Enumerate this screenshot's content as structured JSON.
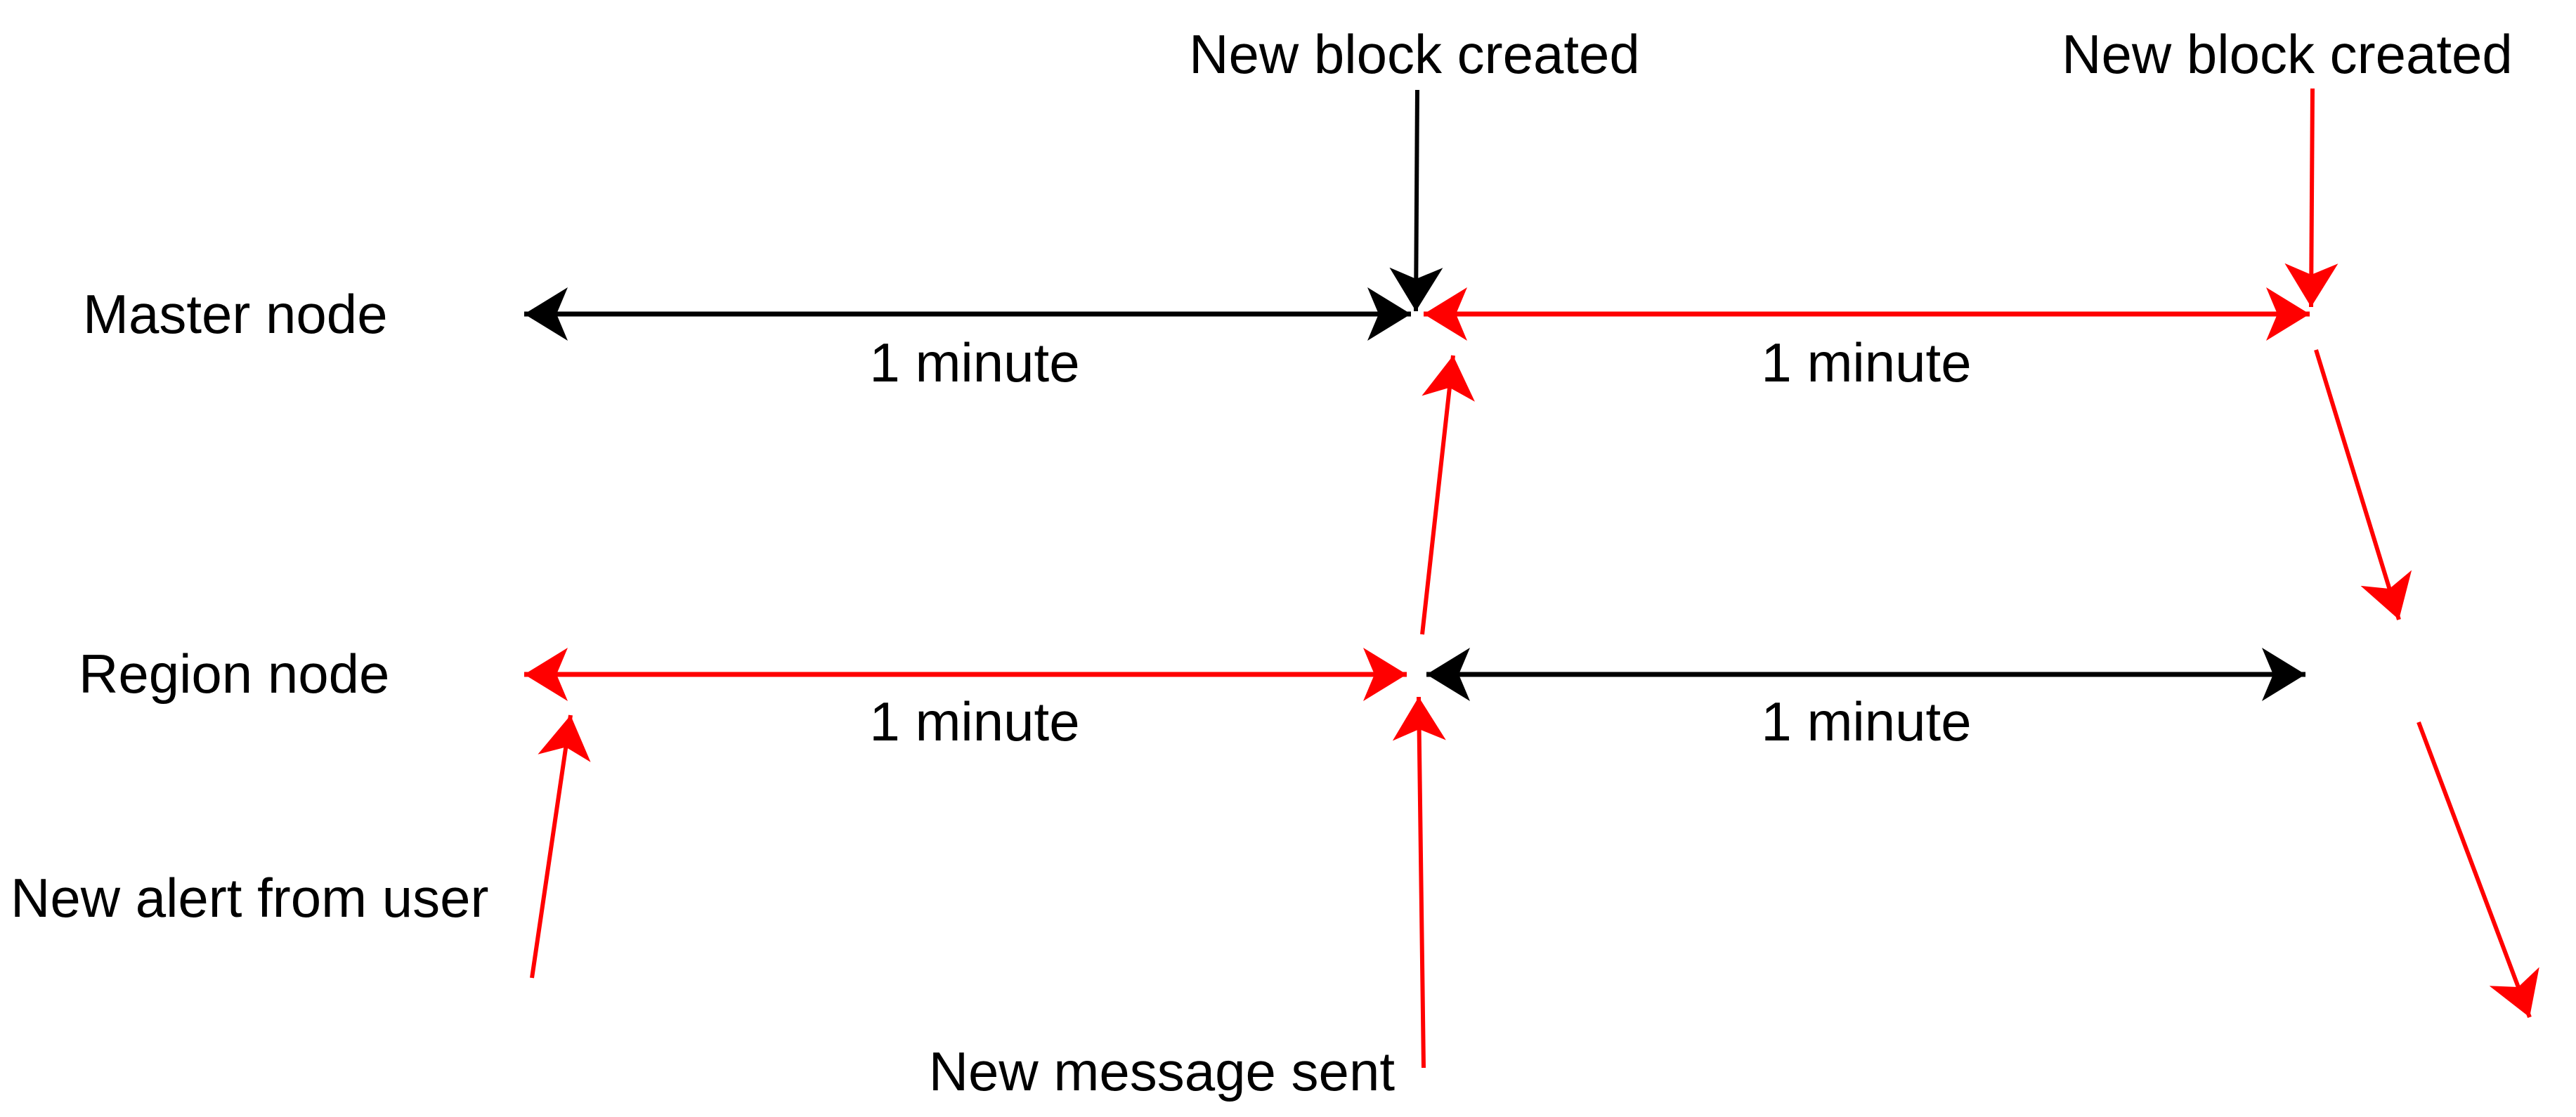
{
  "diagram": {
    "type": "timeline-sequence-diagram",
    "colors": {
      "node_flow": "#000000",
      "event_flow": "#ff0000",
      "background": "#ffffff",
      "text": "#000000"
    },
    "nodes": {
      "master": {
        "label": "Master node"
      },
      "region": {
        "label": "Region node"
      }
    },
    "intervals": [
      "1 minute",
      "1 minute",
      "1 minute",
      "1 minute"
    ],
    "events": {
      "block_created_1": "New block created",
      "block_created_2": "New block created",
      "alert_from_user": "New alert from user",
      "message_sent": "New message sent"
    },
    "relations": [
      "New block created -> Master node timeline (center, black)",
      "New block created -> Master node timeline (right, red)",
      "Region node center -> Master node center (red, up)",
      "New message sent -> Region node timeline (red, up)",
      "New alert from user -> Region node timeline left (red, up)",
      "Master node right -> Region node level (red, down)",
      "Region node level -> offscreen bottom right (red, down)"
    ]
  }
}
